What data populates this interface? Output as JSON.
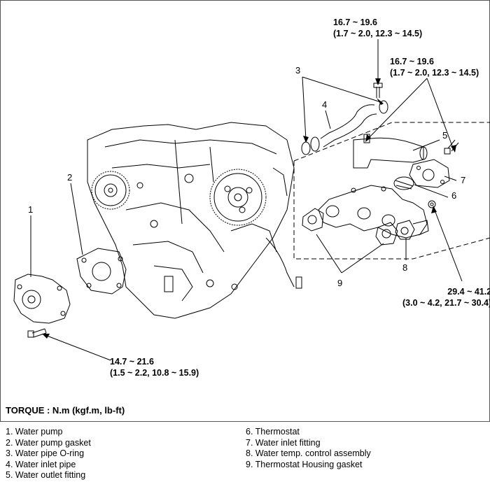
{
  "torque_specs": {
    "pipe_top": {
      "value": "16.7 ~ 19.6",
      "alt": "(1.7 ~ 2.0, 12.3 ~ 14.5)"
    },
    "fitting_right": {
      "value": "16.7 ~ 19.6",
      "alt": "(1.7 ~ 2.0, 12.3 ~ 14.5)"
    },
    "housing": {
      "value": "29.4 ~ 41.2",
      "alt": "(3.0 ~ 4.2, 21.7 ~ 30.4)"
    },
    "pump": {
      "value": "14.7 ~ 21.6",
      "alt": "(1.5 ~ 2.2, 10.8 ~ 15.9)"
    }
  },
  "callouts": [
    "1",
    "2",
    "3",
    "4",
    "5",
    "6",
    "7",
    "8",
    "9"
  ],
  "torque_title": "TORQUE : N.m (kgf.m, lb-ft)",
  "legend_left": [
    "1.  Water pump",
    "2.  Water pump gasket",
    "3.  Water pipe O-ring",
    "4.  Water inlet pipe",
    "5.  Water outlet fitting"
  ],
  "legend_right": [
    "6.  Thermostat",
    "7.  Water inlet fitting",
    "8.  Water temp. control assembly",
    "9.  Thermostat Housing gasket"
  ]
}
